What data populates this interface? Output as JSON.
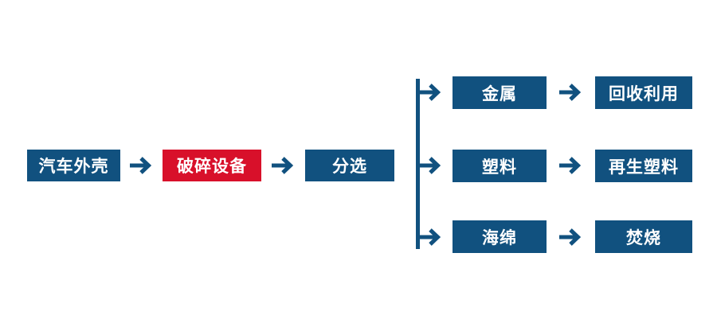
{
  "colors": {
    "primary_blue": "#11517F",
    "highlight_red": "#D8102A",
    "arrow_blue": "#11517F",
    "node_text": "#FFFFFF",
    "background": "#FFFFFF"
  },
  "diagram": {
    "type": "flowchart",
    "nodes": {
      "car_shell": {
        "label": "汽车外壳"
      },
      "crusher": {
        "label": "破碎设备"
      },
      "sorting": {
        "label": "分选"
      },
      "metal": {
        "label": "金属"
      },
      "recycling": {
        "label": "回收利用"
      },
      "plastic": {
        "label": "塑料"
      },
      "recycled_plastic": {
        "label": "再生塑料"
      },
      "sponge": {
        "label": "海绵"
      },
      "incineration": {
        "label": "焚烧"
      }
    },
    "edges": [
      [
        "汽车外壳",
        "破碎设备"
      ],
      [
        "破碎设备",
        "分选"
      ],
      [
        "分选",
        "金属"
      ],
      [
        "分选",
        "塑料"
      ],
      [
        "分选",
        "海绵"
      ],
      [
        "金属",
        "回收利用"
      ],
      [
        "塑料",
        "再生塑料"
      ],
      [
        "海绵",
        "焚烧"
      ]
    ]
  }
}
